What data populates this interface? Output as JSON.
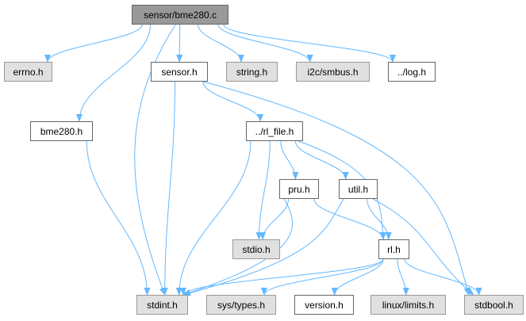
{
  "colors": {
    "edge": "#63b8ff",
    "root_fill": "#999999",
    "system_fill": "#e0e0e0",
    "local_fill": "#ffffff"
  },
  "nodes": {
    "root": {
      "label": "sensor/bme280.c",
      "kind": "root"
    },
    "errno": {
      "label": "errno.h",
      "kind": "sys"
    },
    "sensor": {
      "label": "sensor.h",
      "kind": "local"
    },
    "string": {
      "label": "string.h",
      "kind": "sys"
    },
    "smbus": {
      "label": "i2c/smbus.h",
      "kind": "sys"
    },
    "log": {
      "label": "../log.h",
      "kind": "local"
    },
    "bme280h": {
      "label": "bme280.h",
      "kind": "local"
    },
    "rlfile": {
      "label": "../rl_file.h",
      "kind": "local"
    },
    "pru": {
      "label": "pru.h",
      "kind": "local"
    },
    "util": {
      "label": "util.h",
      "kind": "local"
    },
    "stdio": {
      "label": "stdio.h",
      "kind": "sys"
    },
    "rl": {
      "label": "rl.h",
      "kind": "local"
    },
    "stdint": {
      "label": "stdint.h",
      "kind": "sys"
    },
    "systypes": {
      "label": "sys/types.h",
      "kind": "sys"
    },
    "version": {
      "label": "version.h",
      "kind": "local"
    },
    "limits": {
      "label": "linux/limits.h",
      "kind": "sys"
    },
    "stdbool": {
      "label": "stdbool.h",
      "kind": "sys"
    }
  },
  "edges": [
    [
      "root",
      "errno"
    ],
    [
      "root",
      "bme280h"
    ],
    [
      "root",
      "stdint"
    ],
    [
      "root",
      "sensor"
    ],
    [
      "root",
      "string"
    ],
    [
      "root",
      "smbus"
    ],
    [
      "root",
      "log"
    ],
    [
      "bme280h",
      "stdint"
    ],
    [
      "sensor",
      "stdint"
    ],
    [
      "sensor",
      "rlfile"
    ],
    [
      "sensor",
      "stdbool"
    ],
    [
      "rlfile",
      "stdint"
    ],
    [
      "rlfile",
      "stdio"
    ],
    [
      "rlfile",
      "pru"
    ],
    [
      "rlfile",
      "util"
    ],
    [
      "rlfile",
      "rl"
    ],
    [
      "pru",
      "stdio"
    ],
    [
      "pru",
      "rl"
    ],
    [
      "pru",
      "stdint"
    ],
    [
      "util",
      "rl"
    ],
    [
      "util",
      "stdbool"
    ],
    [
      "util",
      "stdint"
    ],
    [
      "rl",
      "stdint"
    ],
    [
      "rl",
      "systypes"
    ],
    [
      "rl",
      "version"
    ],
    [
      "rl",
      "limits"
    ],
    [
      "rl",
      "stdbool"
    ]
  ]
}
